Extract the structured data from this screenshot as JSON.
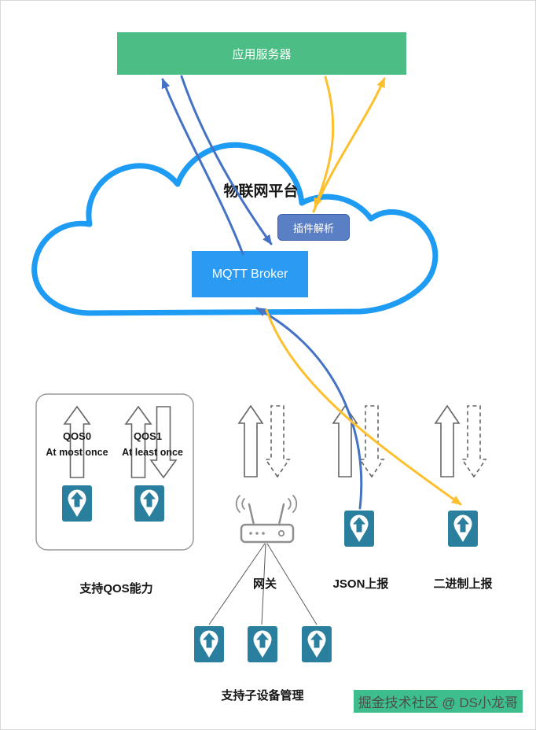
{
  "colors": {
    "green": "#4dbd86",
    "cloud-blue": "#1e9bf2",
    "broker-blue": "#2b9af3",
    "plugin-blue": "#5b7fc4",
    "plugin-border": "#3a5fa8",
    "arrow-blue": "#4472c4",
    "arrow-yellow": "#fcc02e",
    "device-teal": "#2a7f9f",
    "outline-gray": "#666666",
    "router-gray": "#8f8f8f",
    "line-gray": "#5a5a5a",
    "box-border": "#9a9a9a",
    "watermark-bg": "#3fbe8d",
    "watermark-text": "#4d4d4d"
  },
  "nodes": {
    "app_server": "应用服务器",
    "iot_platform": "物联网平台",
    "plugin_parser": "插件解析",
    "mqtt_broker": "MQTT Broker"
  },
  "qos": {
    "qos0_title": "QOS0",
    "qos0_desc": "At most once",
    "qos1_title": "QOS1",
    "qos1_desc": "At least once",
    "caption": "支持QOS能力"
  },
  "bottom": {
    "gateway_label": "网关",
    "json_report_label": "JSON上报",
    "binary_report_label": "二进制上报",
    "sub_device_caption": "支持子设备管理"
  },
  "watermark": "掘金技术社区 @ DS小龙哥"
}
